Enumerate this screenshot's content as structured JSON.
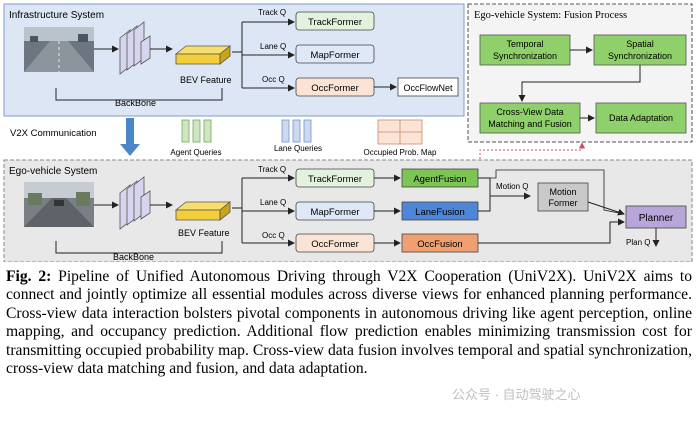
{
  "colors": {
    "infra_bg": "#dde6f4",
    "ego_bg": "#e8e8e8",
    "trackformer": "#e3f2dd",
    "mapformer": "#dfe8f7",
    "occformer": "#fbe4d6",
    "agentfusion": "#7cc454",
    "lanefusion": "#4f86d8",
    "occfusion": "#f0a070",
    "planner": "#b9a6d8",
    "motion": "#c9c9c9",
    "fusion_box": "#8fd06a",
    "bev": "#f2cf3a",
    "arrow_down": "#4a86c8"
  },
  "infra": {
    "title": "Infrastructure System",
    "track_q": "Track Q",
    "lane_q": "Lane Q",
    "occ_q": "Occ Q",
    "trackformer": "TrackFormer",
    "mapformer": "MapFormer",
    "occformer": "OccFormer",
    "occflownet": "OccFlowNet",
    "bev_feature": "BEV Feature",
    "backbone": "BackBone"
  },
  "fusion_process": {
    "title": "Ego-vehicle System: Fusion Process",
    "temporal_1": "Temporal",
    "temporal_2": "Synchronization",
    "spatial_1": "Spatial",
    "spatial_2": "Synchronization",
    "crossview_1": "Cross-View Data",
    "crossview_2": "Matching and Fusion",
    "adaptation": "Data Adaptation"
  },
  "comm": {
    "v2x": "V2X Communication",
    "agent_queries": "Agent Queries",
    "lane_queries": "Lane Queries",
    "occ_map": "Occupied Prob. Map"
  },
  "ego": {
    "title": "Ego-vehicle System",
    "track_q": "Track Q",
    "lane_q": "Lane Q",
    "occ_q": "Occ Q",
    "trackformer": "TrackFormer",
    "mapformer": "MapFormer",
    "occformer": "OccFormer",
    "agentfusion": "AgentFusion",
    "lanefusion": "LaneFusion",
    "occfusion": "OccFusion",
    "motion_q": "Motion Q",
    "motion_1": "Motion",
    "motion_2": "Former",
    "planner": "Planner",
    "plan_q": "Plan Q",
    "bev_feature": "BEV Feature",
    "backbone": "BackBone"
  },
  "caption": {
    "label": "Fig. 2:",
    "text": " Pipeline of Unified Autonomous Driving through V2X Cooperation (UniV2X). UniV2X aims to connect and jointly optimize all essential modules across diverse views for enhanced planning performance. Cross-view data interaction bolsters pivotal components in autonomous driving like agent perception, online mapping, and occupancy prediction. Additional flow prediction enables minimizing transmission cost for transmitting occupied probability map. Cross-view data fusion involves temporal and spatial synchronization, cross-view data matching and fusion, and data adaptation."
  },
  "watermark": "公众号 · 自动驾驶之心"
}
